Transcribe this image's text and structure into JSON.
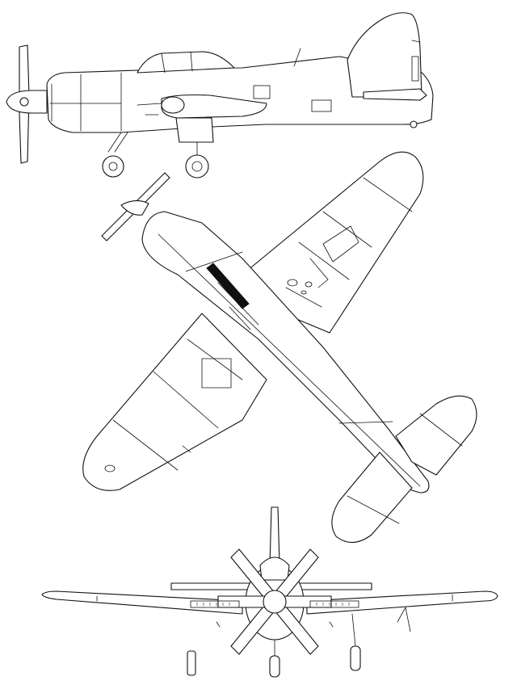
{
  "drawing": {
    "views": [
      "side-view",
      "top-view",
      "front-view"
    ],
    "colors": {
      "line": "#111111",
      "background": "#ffffff"
    }
  }
}
